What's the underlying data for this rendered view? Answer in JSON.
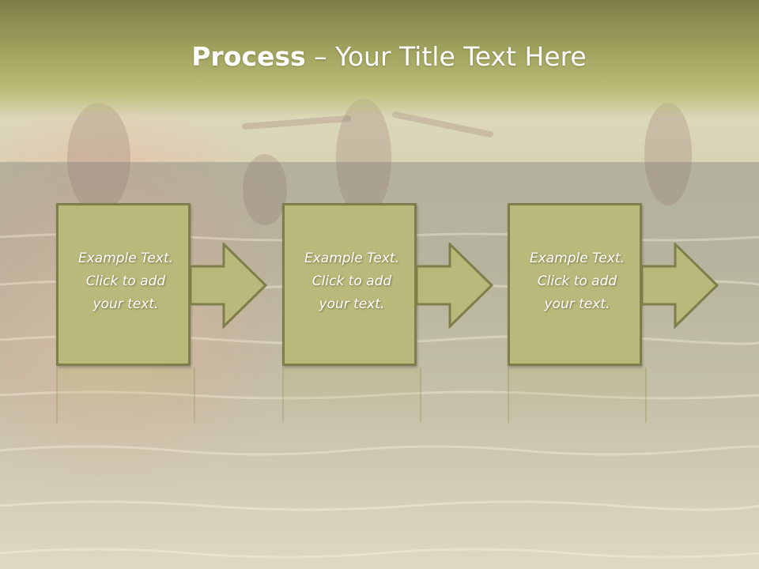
{
  "slide": {
    "title_bold": "Process",
    "title_rest": " – Your Title Text Here",
    "steps": [
      {
        "text": "Example Text.\nClick  to add\nyour text."
      },
      {
        "text": "Example Text.\nClick  to add\nyour text."
      },
      {
        "text": "Example Text.\nClick  to add\nyour text."
      }
    ]
  },
  "colors": {
    "header": "#9ea05c",
    "box_fill": "#b9b97c",
    "box_border": "#7e7e4a",
    "text": "#ffffff"
  }
}
